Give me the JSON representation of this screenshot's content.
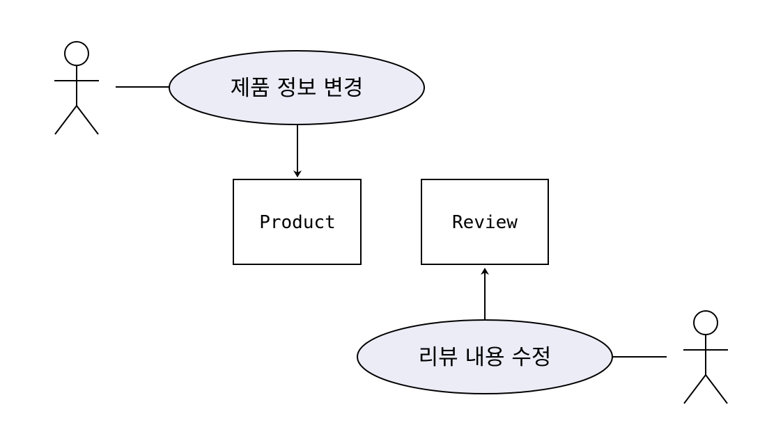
{
  "use_cases": {
    "change_product_info": {
      "label": "제품 정보 변경"
    },
    "edit_review_content": {
      "label": "리뷰 내용 수정"
    }
  },
  "entities": {
    "product": {
      "label": "Product"
    },
    "review": {
      "label": "Review"
    }
  },
  "colors": {
    "usecase_fill": "#ececf7",
    "stroke": "#000000",
    "background": "#ffffff"
  }
}
